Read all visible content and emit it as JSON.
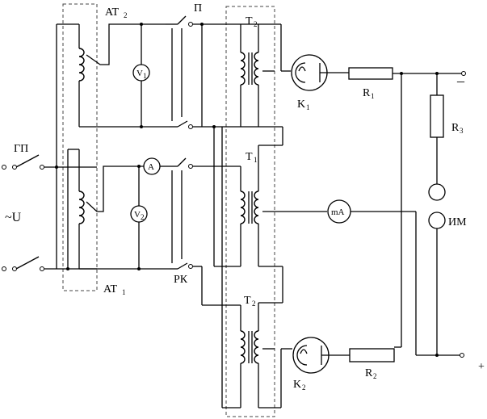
{
  "labels": {
    "gp": "ГП",
    "u": "~U",
    "at2": "AT",
    "at2_sub": "2",
    "at1": "AT",
    "at1_sub": "1",
    "p": "П",
    "rk": "РК",
    "t2_top": "T",
    "t2_top_sub": "2",
    "t1": "T",
    "t1_sub": "1",
    "t2_bot": "T",
    "t2_bot_sub": "2",
    "k1": "K",
    "k1_sub": "1",
    "k2": "K",
    "k2_sub": "2",
    "r1": "R",
    "r1_sub": "1",
    "r2": "R",
    "r2_sub": "2",
    "r3": "R",
    "r3_sub": "3",
    "im": "ИМ",
    "minus": "–",
    "plus": "+"
  },
  "meters": {
    "v1": "V",
    "v1_sub": "1",
    "v2": "V",
    "v2_sub": "2",
    "ammeter": "A",
    "milliammeter": "mA"
  }
}
